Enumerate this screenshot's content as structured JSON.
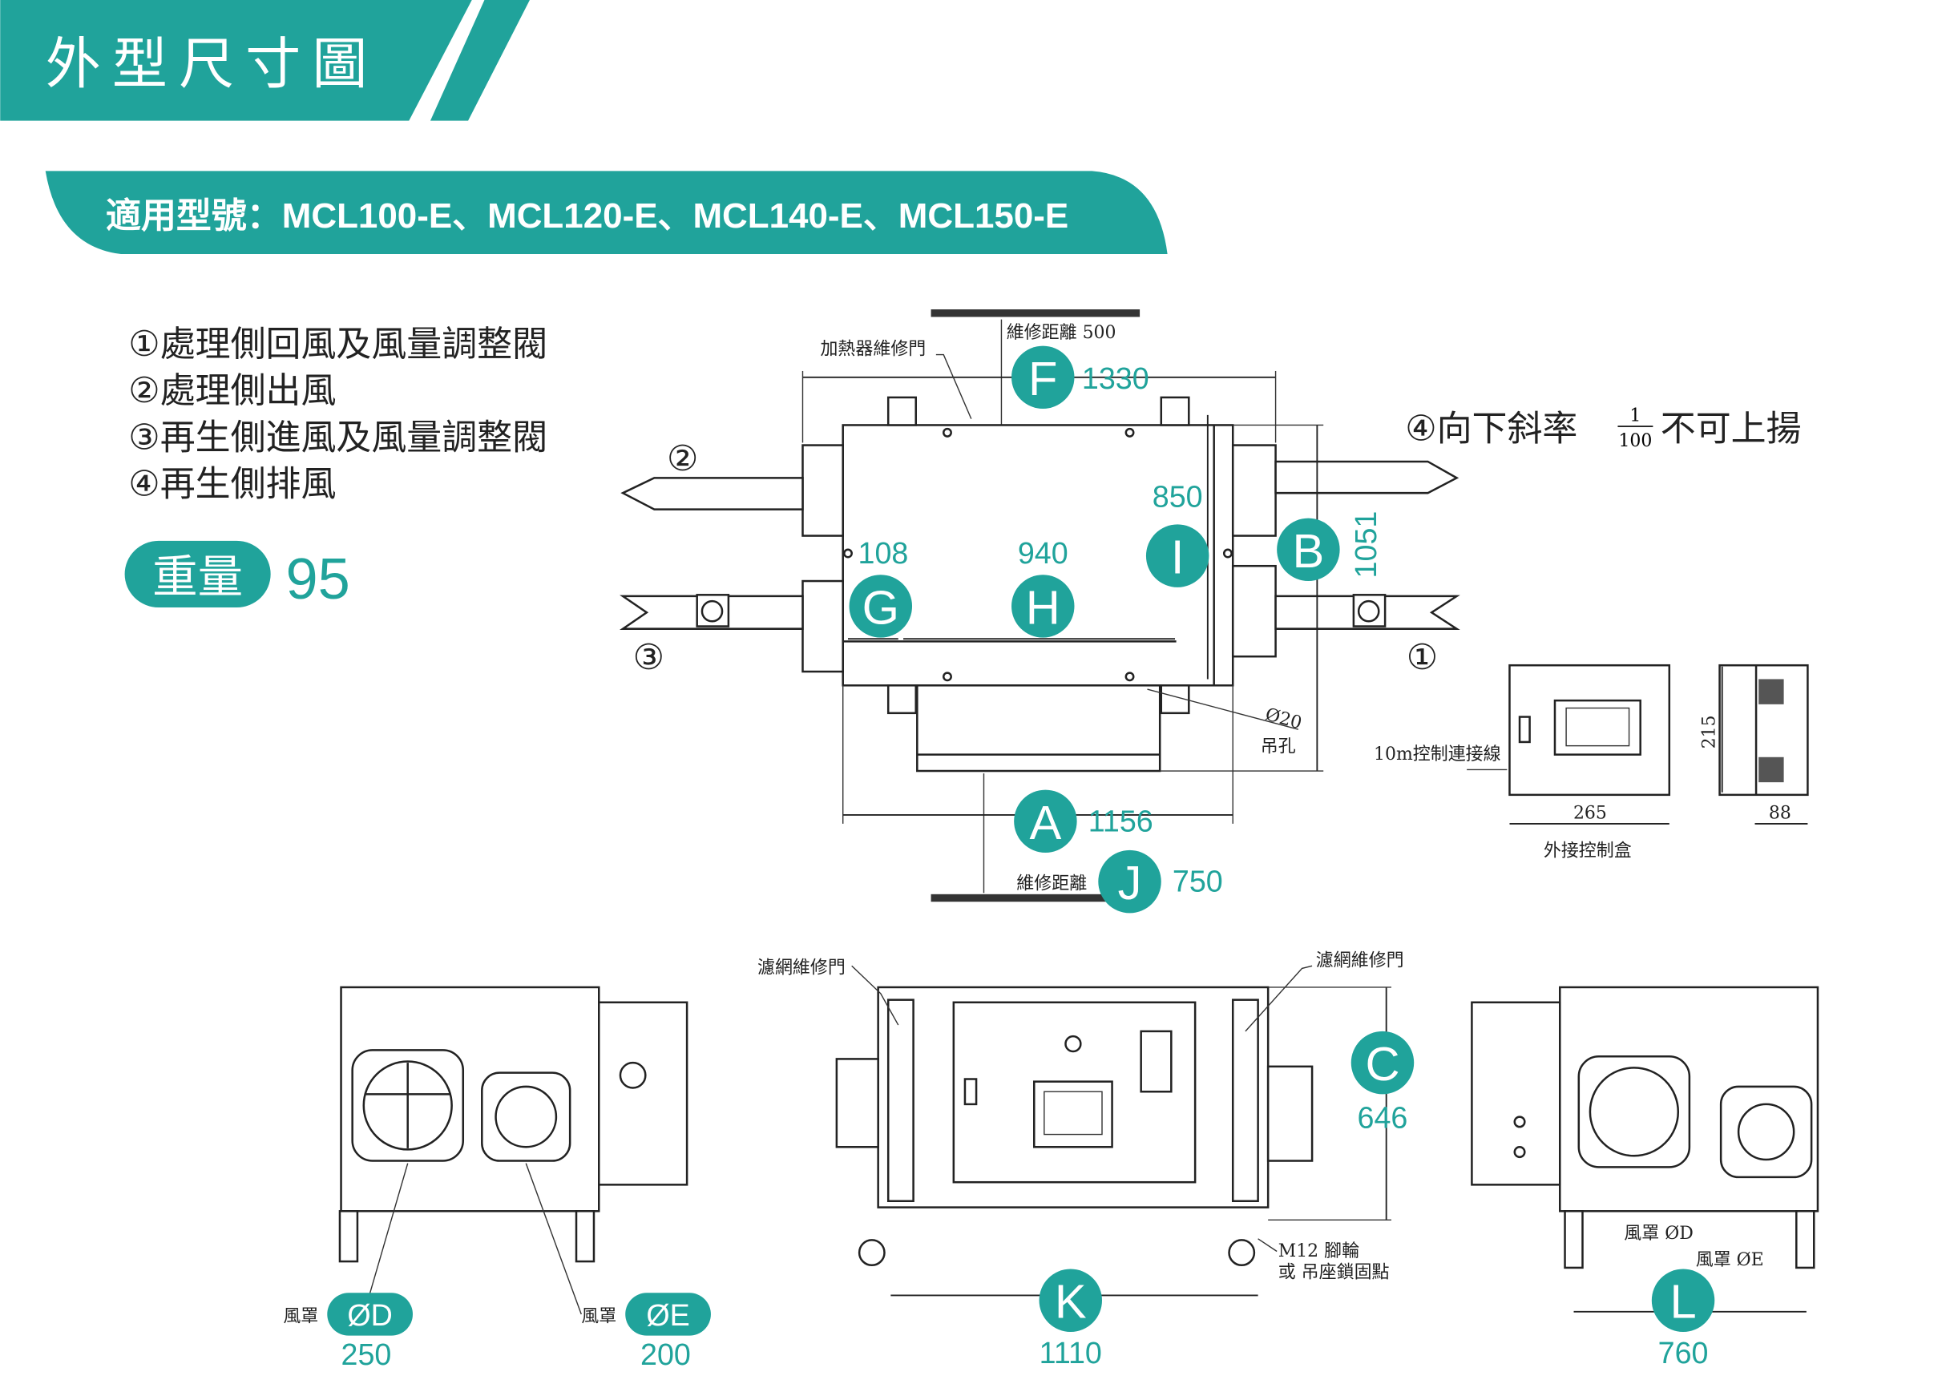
{
  "header": {
    "title": "外型尺寸圖"
  },
  "models_bar": {
    "text": "適用型號：MCL100-E、MCL120-E、MCL140-E、MCL150-E"
  },
  "legend": [
    {
      "num": "①",
      "label": "處理側回風及風量調整閥"
    },
    {
      "num": "②",
      "label": "處理側出風"
    },
    {
      "num": "③",
      "label": "再生側進風及風量調整閥"
    },
    {
      "num": "④",
      "label": "再生側排風"
    }
  ],
  "weight": {
    "label": "重量",
    "value": "95"
  },
  "dimensions": {
    "A": {
      "letter": "A",
      "value": "1156"
    },
    "B": {
      "letter": "B",
      "value": "1051"
    },
    "C": {
      "letter": "C",
      "value": "646"
    },
    "D": {
      "letter": "ØD",
      "value": "250",
      "prefix": "風罩"
    },
    "E": {
      "letter": "ØE",
      "value": "200",
      "prefix": "風罩"
    },
    "F": {
      "letter": "F",
      "value": "1330"
    },
    "G": {
      "letter": "G",
      "value": "108"
    },
    "H": {
      "letter": "H",
      "value": "940"
    },
    "I": {
      "letter": "I",
      "value": "850"
    },
    "J": {
      "letter": "J",
      "value": "750"
    },
    "K": {
      "letter": "K",
      "value": "1110"
    },
    "L": {
      "letter": "L",
      "value": "760"
    }
  },
  "annotations": {
    "heater_door": "加熱器維修門",
    "service_top": "維修距離 500",
    "service_bottom": "維修距離",
    "slope_num": "④",
    "slope_a": "向下斜率",
    "slope_frac_num": "1",
    "slope_frac_den": "100",
    "slope_b": "不可上揚",
    "port_1": "①",
    "port_2": "②",
    "port_3": "③",
    "hole_dia": "Ø20",
    "hole_label": "吊孔",
    "control_cable": "10m控制連接線",
    "ctrl_w": "265",
    "ctrl_h": "215",
    "ctrl_d": "88",
    "ctrl_label": "外接控制盒",
    "filter_door_left": "濾網維修門",
    "filter_door_right": "濾網維修門",
    "caster_1": "M12 腳輪",
    "caster_2": "或 吊座鎖固點",
    "hood_d": "風罩 ØD",
    "hood_e": "風罩 ØE"
  },
  "colors": {
    "accent": "#20a39b"
  }
}
